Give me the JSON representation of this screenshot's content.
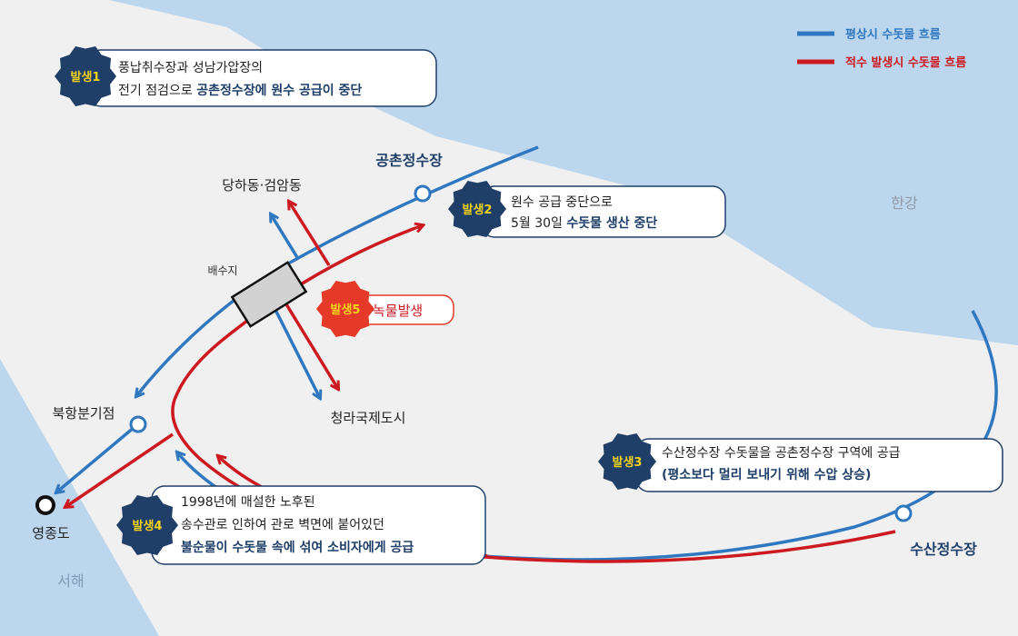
{
  "legend": {
    "normal_flow": "평상시 수돗물 흐름",
    "reverse_flow": "적수 발생시 수돗물 흐름"
  },
  "water_bodies": {
    "han_river": "한강",
    "west_sea": "서해"
  },
  "places": {
    "gongchon": "공촌정수장",
    "danghadong": "당하동·검암동",
    "reservoir": "배수지",
    "cheongna": "청라국제도시",
    "bukhang": "북항분기점",
    "yeongjongdo": "영종도",
    "susan": "수산정수장"
  },
  "events": [
    {
      "badge": "발생1",
      "line1": "풍납취수장과 성남가압장의",
      "line2_plain": "전기 점검으로 ",
      "line2_bold": "공촌정수장에 원수 공급이 중단"
    },
    {
      "badge": "발생2",
      "line1": "원수 공급 중단으로",
      "line2_plain": "5월 30일 ",
      "line2_bold": "수돗물 생산 중단"
    },
    {
      "badge": "발생3",
      "line1": "수산정수장 수돗물을 공촌정수장 구역에 공급",
      "line2_bold": "(평소보다 멀리 보내기 위해 수압 상승)"
    },
    {
      "badge": "발생4",
      "line1": "1998년에 매설한 노후된",
      "line2": "송수관로 인하여 관로 벽면에 붙어있던",
      "line3_bold": "불순물이 수돗물 속에 섞여 소비자에게 공급"
    },
    {
      "badge": "발생5",
      "label": "녹물발생"
    }
  ],
  "colors": {
    "normal_flow": "#2f78c0",
    "reverse_flow": "#cc1a20",
    "badge": "#1f3f68",
    "badge_alert": "#e53a28",
    "badge_text": "#f5d21a",
    "water": "#bcd6ee",
    "land": "#f0f0f0"
  }
}
